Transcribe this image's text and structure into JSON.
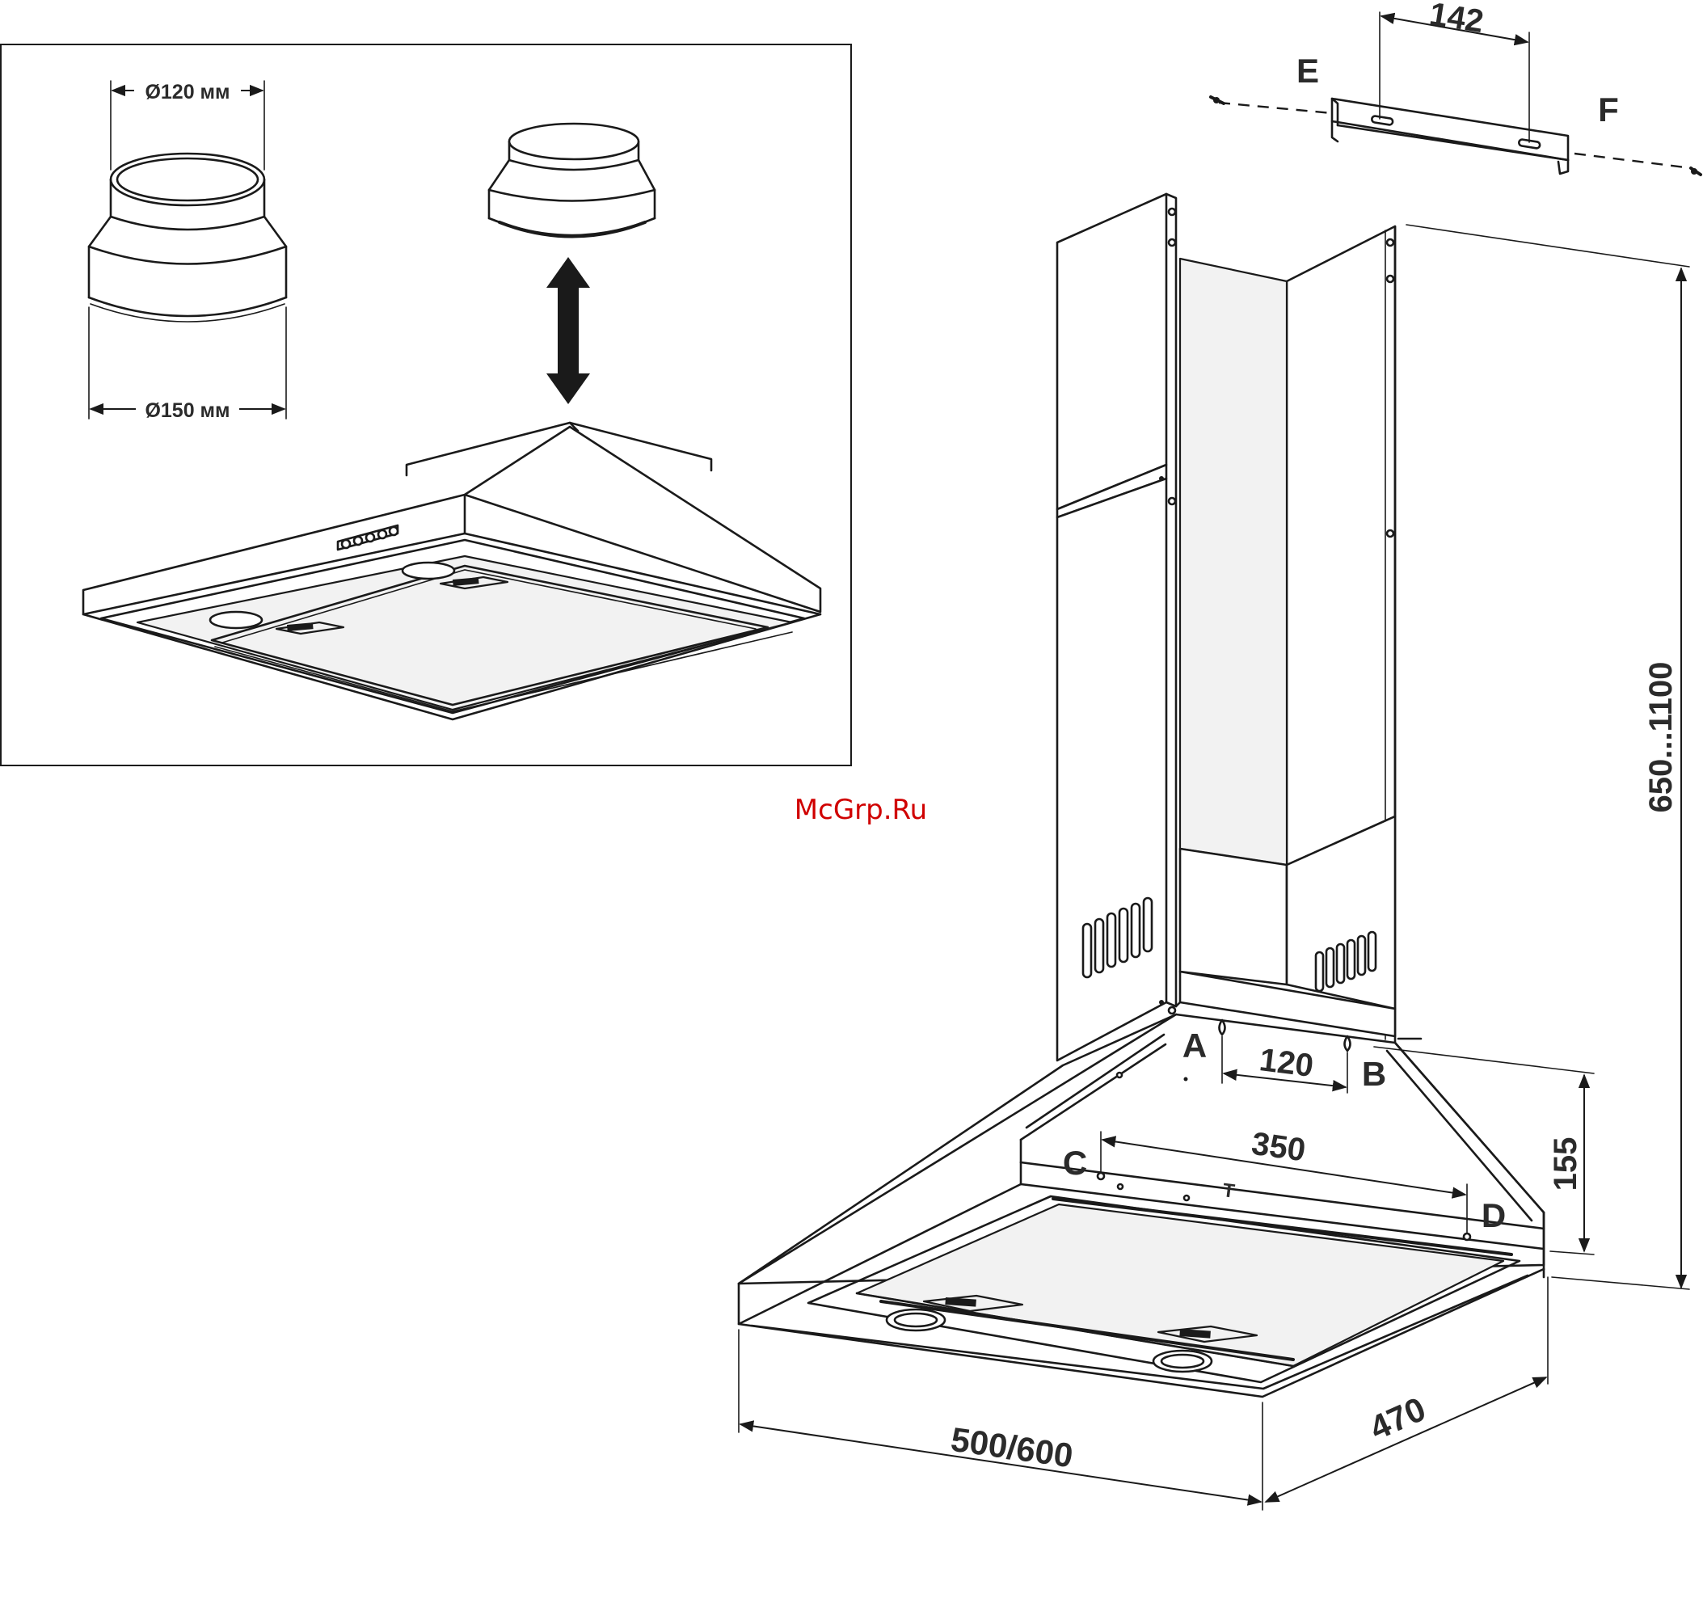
{
  "inset": {
    "adapter_top_diameter": "Ø120 мм",
    "adapter_bottom_diameter": "Ø150 мм"
  },
  "bracket": {
    "spacing": "142",
    "left_label": "E",
    "right_label": "F"
  },
  "hood": {
    "point_a": "A",
    "point_b": "B",
    "point_c": "C",
    "point_d": "D",
    "ab_spacing": "120",
    "cd_spacing": "350",
    "hole_height": "155",
    "total_height": "650...1100",
    "width": "500/600",
    "depth": "470"
  },
  "watermark": "McGrp.Ru"
}
